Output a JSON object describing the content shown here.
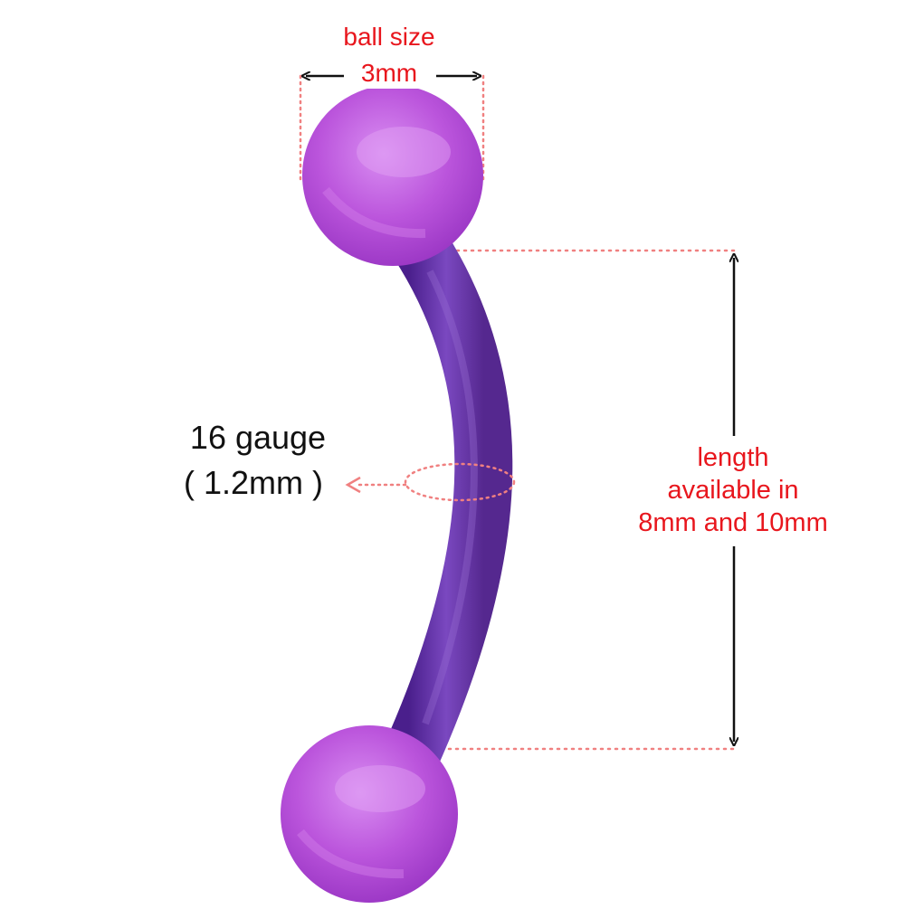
{
  "colors": {
    "background": "#ffffff",
    "annotation_text": "#e8161d",
    "dotted_guides": "#f08080",
    "arrows": "#111111",
    "bar_purple": "#6a35a8",
    "ball_purple": "#b84fd8"
  },
  "labels": {
    "ball_size": "ball size",
    "ball_size_value": "3mm",
    "gauge": "16 gauge",
    "gauge_value": "( 1.2mm )",
    "length_line1": "length",
    "length_line2": "available in",
    "length_line3": "8mm and 10mm"
  },
  "icons": {
    "ball_width_arrow": "double-headed-horizontal-arrow",
    "length_arrow": "double-headed-vertical-arrow",
    "gauge_pointer": "dotted-left-arrow"
  }
}
